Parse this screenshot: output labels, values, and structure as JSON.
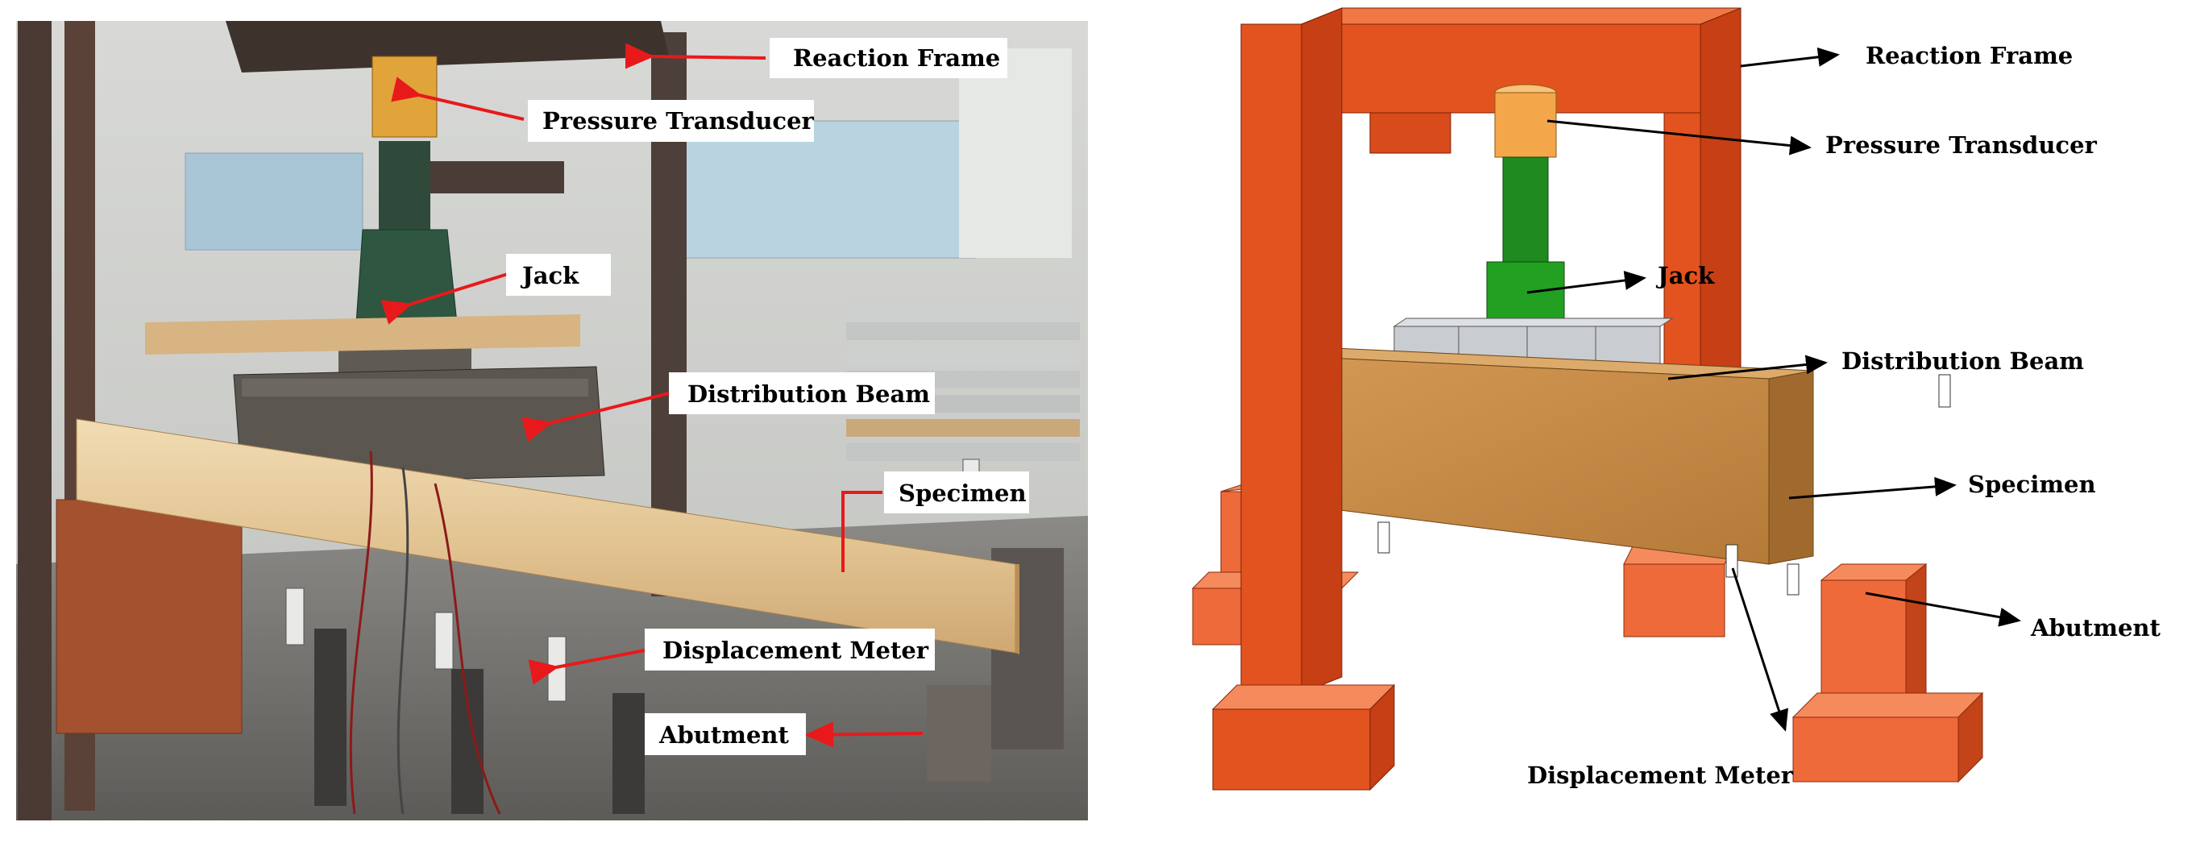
{
  "photo": {
    "labels": {
      "reaction_frame": "Reaction Frame",
      "pressure_transducer": "Pressure Transducer",
      "jack": "Jack",
      "distribution_beam": "Distribution Beam",
      "specimen": "Specimen",
      "displacement_meter": "Displacement Meter",
      "abutment": "Abutment"
    },
    "colors": {
      "arrow": "#e8191b",
      "label_box": "#ffffff"
    }
  },
  "model": {
    "labels": {
      "reaction_frame": "Reaction Frame",
      "pressure_transducer": "Pressure Transducer",
      "jack": "Jack",
      "distribution_beam": "Distribution Beam",
      "specimen": "Specimen",
      "abutment": "Abutment",
      "displacement_meter": "Displacement Meter"
    },
    "colors": {
      "frame": "#e3531f",
      "transducer": "#f4a64a",
      "jack": "#1f8a1f",
      "distribution_beam": "#c9cdd1",
      "specimen": "#c88a45",
      "abutment": "#f06a3a",
      "arrow": "#000000"
    }
  }
}
